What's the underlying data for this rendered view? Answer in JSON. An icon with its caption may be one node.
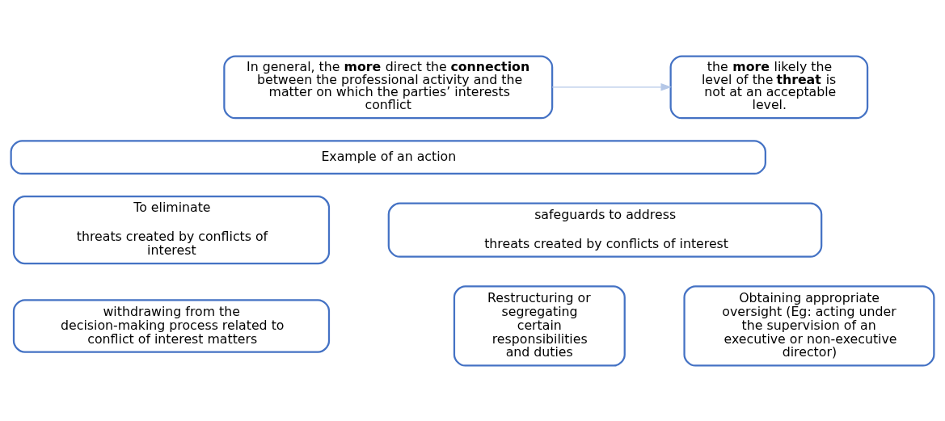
{
  "diagram": {
    "nodes": [
      {
        "text": [
          "In general, the **more** direct the **connection** between the professional activity and the matter on which the parties’ interests conflict"
        ]
      },
      {
        "text": [
          "the **more** likely the level of the **threat** is not at an acceptable level."
        ]
      },
      {
        "text": [
          "Example of an action"
        ]
      },
      {
        "text": [
          "To eliminate",
          "threats created by conflicts of interest"
        ]
      },
      {
        "text": [
          "safeguards to address",
          "threats created by conflicts of interest"
        ]
      },
      {
        "text": [
          "withdrawing from the decision-making process related to conflict of interest matters"
        ]
      },
      {
        "text": [
          "Restructuring or segregating certain responsibilities and duties"
        ]
      },
      {
        "text": [
          "Obtaining appropriate oversight (Eg: acting under the supervision of an executive or non-executive director)"
        ]
      }
    ],
    "edges": [
      {
        "from": 0,
        "to": 1,
        "arrow": "to",
        "color": "#b4c7e7"
      }
    ]
  }
}
